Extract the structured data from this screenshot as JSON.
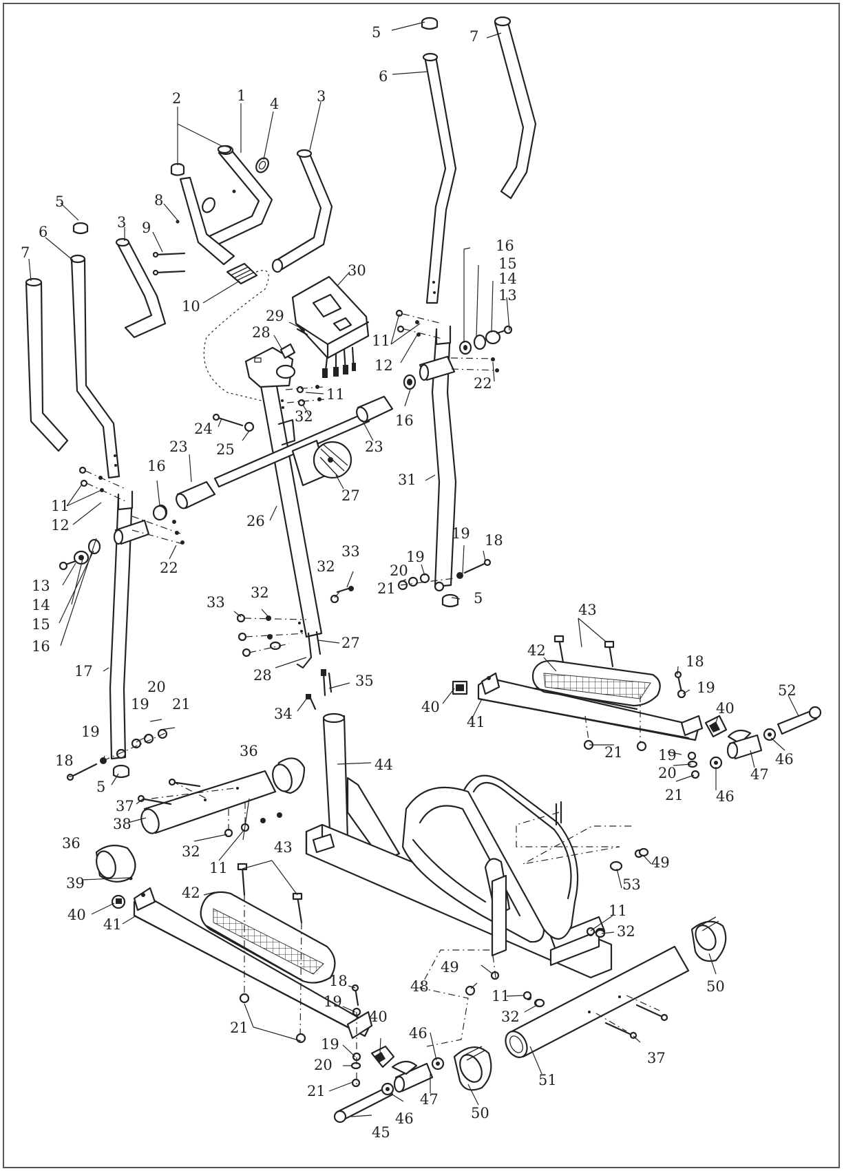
{
  "parts": [
    "1",
    "2",
    "3",
    "4",
    "5",
    "6",
    "7",
    "8",
    "9",
    "10",
    "11",
    "12",
    "13",
    "14",
    "15",
    "16",
    "17",
    "18",
    "19",
    "20",
    "21",
    "22",
    "23",
    "24",
    "25",
    "26",
    "27",
    "28",
    "29",
    "30",
    "31",
    "32",
    "33",
    "34",
    "35",
    "36",
    "37",
    "38",
    "39",
    "40",
    "41",
    "42",
    "43",
    "44",
    "45",
    "46",
    "47",
    "48",
    "49",
    "50",
    "51",
    "52",
    "53"
  ],
  "colors": {
    "line": "#222222",
    "frame": "#555555",
    "background": "#ffffff"
  }
}
